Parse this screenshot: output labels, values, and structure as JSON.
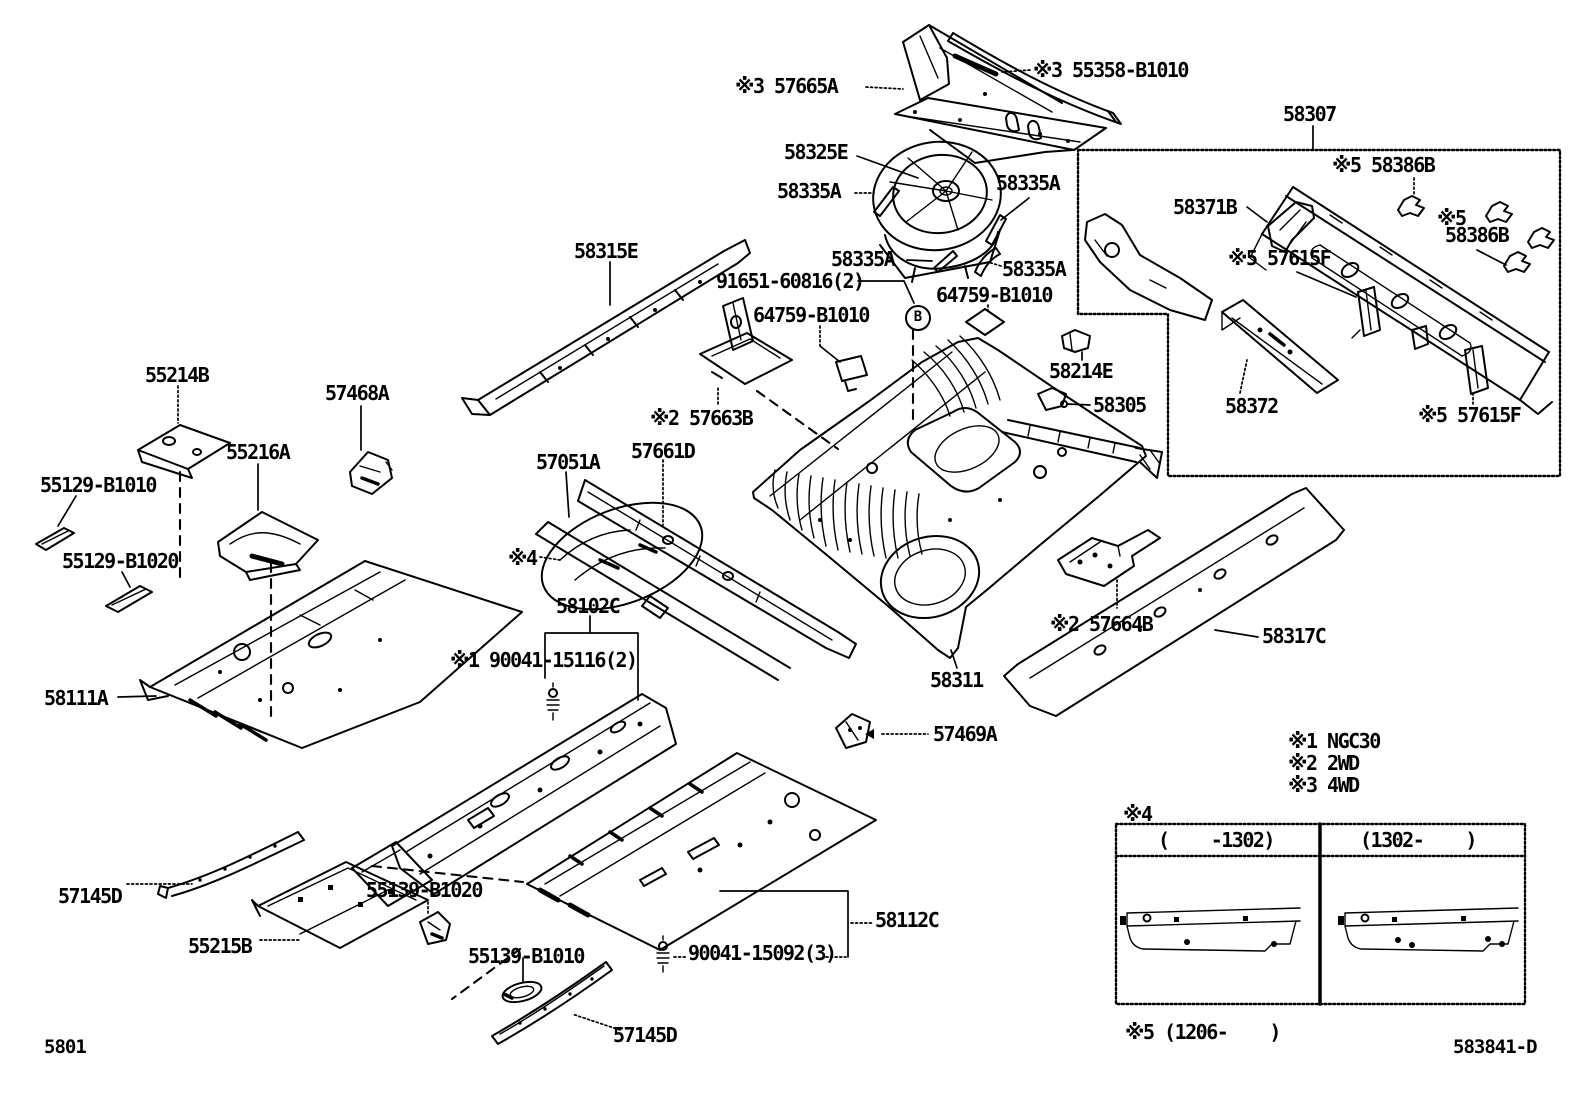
{
  "figure": {
    "page_code": "5801",
    "figure_code": "583841-D"
  },
  "balloon_b": "B",
  "callouts": [
    {
      "id": "57665A",
      "text": "※3 57665A"
    },
    {
      "id": "55358-B1010",
      "text": "※3 55358-B1010"
    },
    {
      "id": "58307",
      "text": "58307"
    },
    {
      "id": "58386B-1",
      "text": "※5 58386B"
    },
    {
      "id": "58371B",
      "text": "58371B"
    },
    {
      "id": "ref-5",
      "text": "※5"
    },
    {
      "id": "58386B-2",
      "text": "58386B"
    },
    {
      "id": "57615F-1",
      "text": "※5 57615F"
    },
    {
      "id": "58325E",
      "text": "58325E"
    },
    {
      "id": "58335A-1",
      "text": "58335A"
    },
    {
      "id": "58335A-2",
      "text": "58335A"
    },
    {
      "id": "58335A-3",
      "text": "58335A"
    },
    {
      "id": "58335A-4",
      "text": "58335A"
    },
    {
      "id": "58315E",
      "text": "58315E"
    },
    {
      "id": "91651-60816",
      "text": "91651-60816(2)"
    },
    {
      "id": "64759-B1010-1",
      "text": "64759-B1010"
    },
    {
      "id": "64759-B1010-2",
      "text": "64759-B1010"
    },
    {
      "id": "58214E",
      "text": "58214E"
    },
    {
      "id": "58305",
      "text": "58305"
    },
    {
      "id": "58372",
      "text": "58372"
    },
    {
      "id": "57615F-2",
      "text": "※5 57615F"
    },
    {
      "id": "55214B",
      "text": "55214B"
    },
    {
      "id": "57468A",
      "text": "57468A"
    },
    {
      "id": "55216A",
      "text": "55216A"
    },
    {
      "id": "55129-B1010",
      "text": "55129-B1010"
    },
    {
      "id": "55129-B1020",
      "text": "55129-B1020"
    },
    {
      "id": "57663B",
      "text": "※2 57663B"
    },
    {
      "id": "57051A",
      "text": "57051A"
    },
    {
      "id": "57661D",
      "text": "57661D"
    },
    {
      "id": "ref-4",
      "text": "※4"
    },
    {
      "id": "58102C",
      "text": "58102C"
    },
    {
      "id": "90041-15116",
      "text": "※1 90041-15116(2)"
    },
    {
      "id": "58111A",
      "text": "58111A"
    },
    {
      "id": "58311",
      "text": "58311"
    },
    {
      "id": "57664B",
      "text": "※2 57664B"
    },
    {
      "id": "58317C",
      "text": "58317C"
    },
    {
      "id": "57469A",
      "text": "57469A"
    },
    {
      "id": "57145D-1",
      "text": "57145D"
    },
    {
      "id": "55139-B1020",
      "text": "55139-B1020"
    },
    {
      "id": "55215B",
      "text": "55215B"
    },
    {
      "id": "55139-B1010",
      "text": "55139-B1010"
    },
    {
      "id": "90041-15092",
      "text": "90041-15092(3)"
    },
    {
      "id": "58112C",
      "text": "58112C"
    },
    {
      "id": "57145D-2",
      "text": "57145D"
    }
  ],
  "legend": {
    "note1": "※1 NGC30",
    "note2": "※2 2WD",
    "note3": "※3 4WD",
    "table_ref": "※4",
    "note5": "※5 (1206-    )"
  },
  "variant_table": {
    "columns": [
      "(    -1302)",
      "(1302-    )"
    ]
  }
}
